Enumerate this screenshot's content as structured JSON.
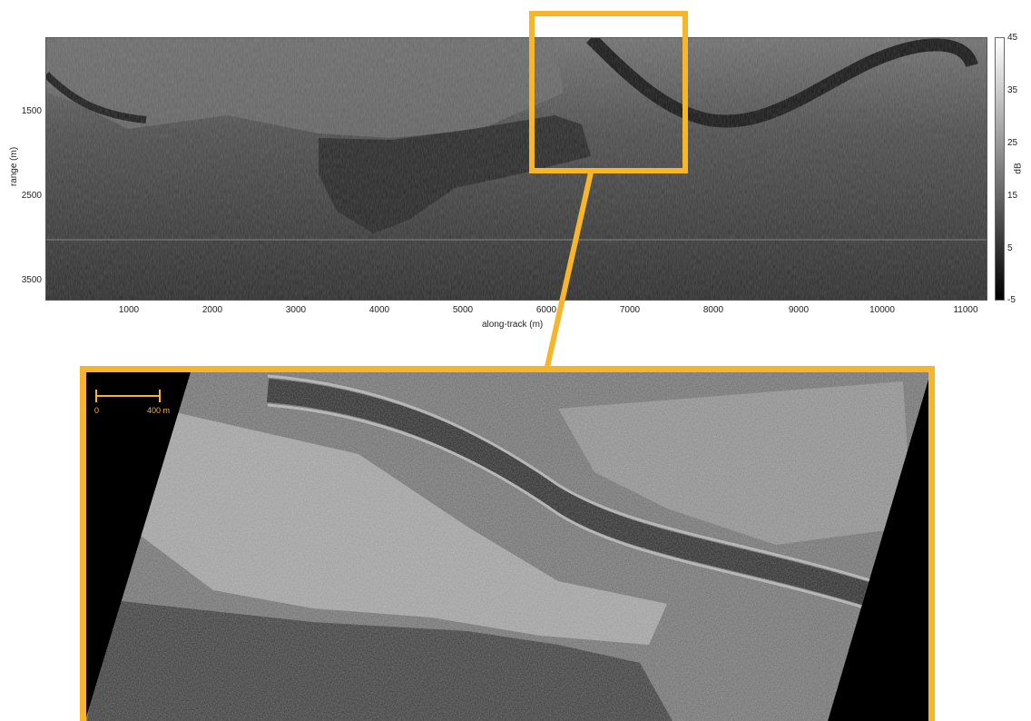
{
  "top_panel": {
    "y_axis_label": "range (m)",
    "x_axis_label": "along-track (m)",
    "y_ticks": [
      "1500",
      "2500",
      "3500"
    ],
    "x_ticks": [
      "1000",
      "2000",
      "3000",
      "4000",
      "5000",
      "6000",
      "7000",
      "8000",
      "9000",
      "10000",
      "11000"
    ]
  },
  "colorbar": {
    "label": "dB",
    "ticks": [
      "45",
      "35",
      "25",
      "15",
      "5",
      "-5"
    ]
  },
  "zoom_panel": {
    "scale_start": "0",
    "scale_end": "400 m"
  },
  "colors": {
    "highlight": "#f7b52b"
  }
}
